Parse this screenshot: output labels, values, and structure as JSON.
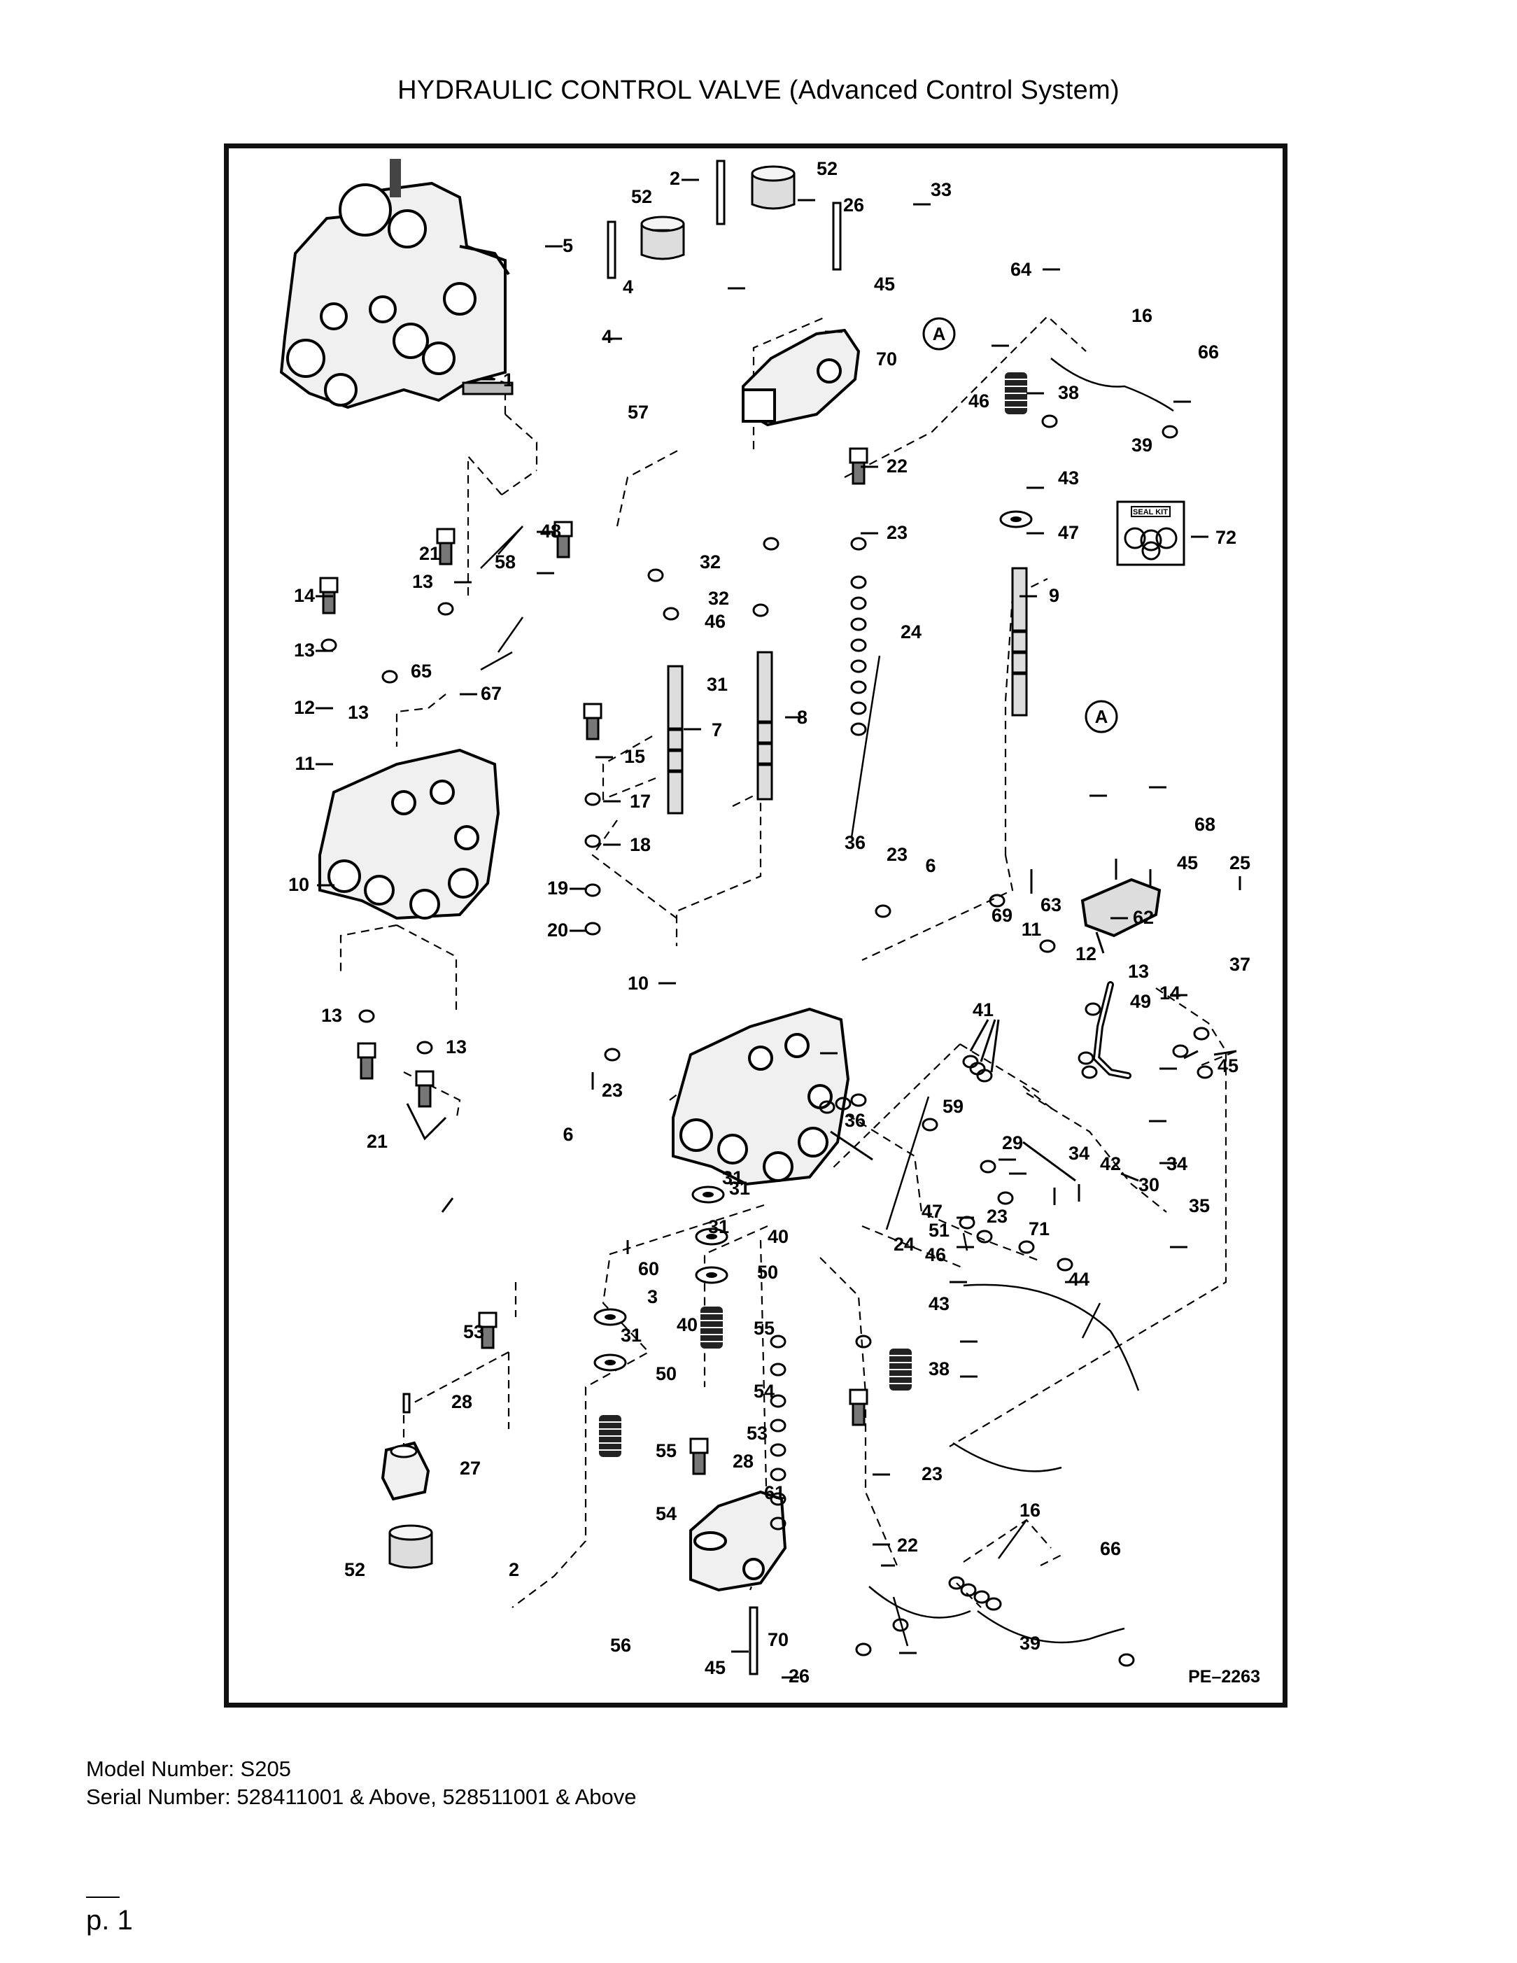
{
  "title": "HYDRAULIC CONTROL VALVE (Advanced Control System)",
  "figure_id": "PE–2263",
  "seal_kit_label": "SEAL KIT",
  "reference_marker": "A",
  "callouts": [
    "1",
    "2",
    "3",
    "4",
    "5",
    "6",
    "7",
    "8",
    "9",
    "10",
    "11",
    "12",
    "13",
    "14",
    "15",
    "16",
    "17",
    "18",
    "19",
    "20",
    "21",
    "22",
    "23",
    "24",
    "25",
    "26",
    "27",
    "28",
    "29",
    "30",
    "31",
    "32",
    "33",
    "34",
    "35",
    "36",
    "37",
    "38",
    "39",
    "40",
    "41",
    "42",
    "43",
    "44",
    "45",
    "46",
    "47",
    "48",
    "49",
    "50",
    "51",
    "52",
    "53",
    "54",
    "55",
    "56",
    "57",
    "58",
    "59",
    "60",
    "61",
    "62",
    "63",
    "64",
    "65",
    "66",
    "67",
    "68",
    "69",
    "70",
    "71",
    "72"
  ],
  "footer": {
    "model": "Model Number: S205",
    "serial": "Serial Number: 528411001 & Above, 528511001 & Above",
    "page": "p. 1"
  }
}
